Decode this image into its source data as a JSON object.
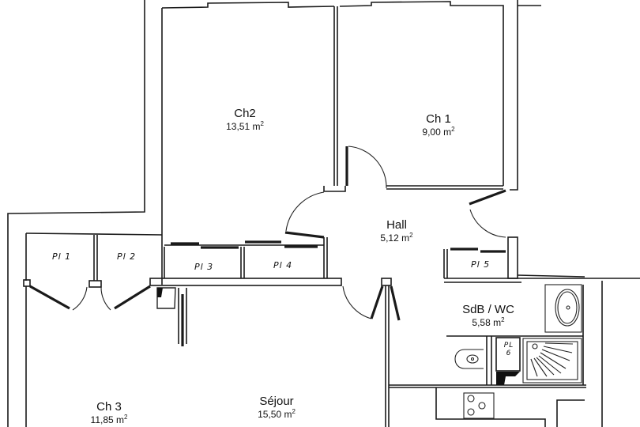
{
  "plan": {
    "rooms": [
      {
        "id": "ch2",
        "name": "Ch2",
        "area": "13,51 m",
        "area_unit_sup": "2"
      },
      {
        "id": "ch1",
        "name": "Ch 1",
        "area": "9,00 m",
        "area_unit_sup": "2"
      },
      {
        "id": "hall",
        "name": "Hall",
        "area": "5,12 m",
        "area_unit_sup": "2"
      },
      {
        "id": "sdb",
        "name": "SdB / WC",
        "area": "5,58 m",
        "area_unit_sup": "2"
      },
      {
        "id": "ch3",
        "name": "Ch 3",
        "area": "11,85 m",
        "area_unit_sup": "2"
      },
      {
        "id": "sejour",
        "name": "Séjour",
        "area": "15,50 m",
        "area_unit_sup": "2"
      }
    ],
    "closets": [
      {
        "id": "pl1",
        "label": "Pl 1"
      },
      {
        "id": "pl2",
        "label": "Pl 2"
      },
      {
        "id": "pl3",
        "label": "Pl 3"
      },
      {
        "id": "pl4",
        "label": "Pl 4"
      },
      {
        "id": "pl5",
        "label": "Pl 5"
      },
      {
        "id": "pl6",
        "label": "PL 6"
      }
    ],
    "fixtures": [
      "toilet-icon",
      "shower-icon",
      "washbasin-icon",
      "cooktop-icon"
    ]
  }
}
